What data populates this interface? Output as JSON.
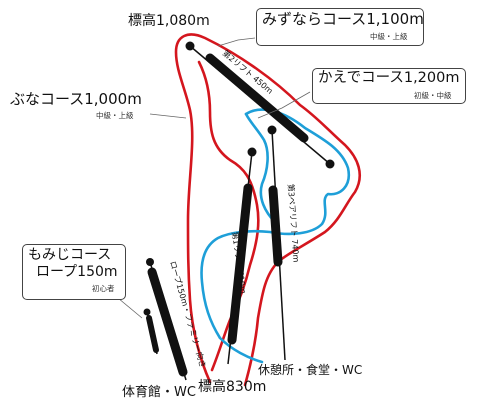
{
  "labels": {
    "peak_elevation": "標高1,080m",
    "base_elevation": "標高830m",
    "gym": "体育館・WC",
    "rest_area": "休憩所・食堂・WC"
  },
  "courses": [
    {
      "id": "mizunara",
      "name": "みずならコース1,100m",
      "level": "中級・上級",
      "color": "#d4161e"
    },
    {
      "id": "kaede",
      "name": "かえでコース1,200m",
      "level": "初級・中級",
      "color": "#1e9fd8"
    },
    {
      "id": "buna",
      "name": "ぶなコース1,000m",
      "level": "中級・上級",
      "color": "#d4161e"
    },
    {
      "id": "momiji",
      "name_line1": "もみじコース",
      "name_line2": "ロープ150m",
      "level": "初心者"
    }
  ],
  "lifts": [
    {
      "id": "lift2",
      "label": "第2リフト 450m"
    },
    {
      "id": "lift3",
      "label": "第3ペアリフト 740m"
    },
    {
      "id": "lift1",
      "label": "第1リフト 610m"
    },
    {
      "id": "rope",
      "label": "ロープ150m・ファミリー向き"
    }
  ]
}
